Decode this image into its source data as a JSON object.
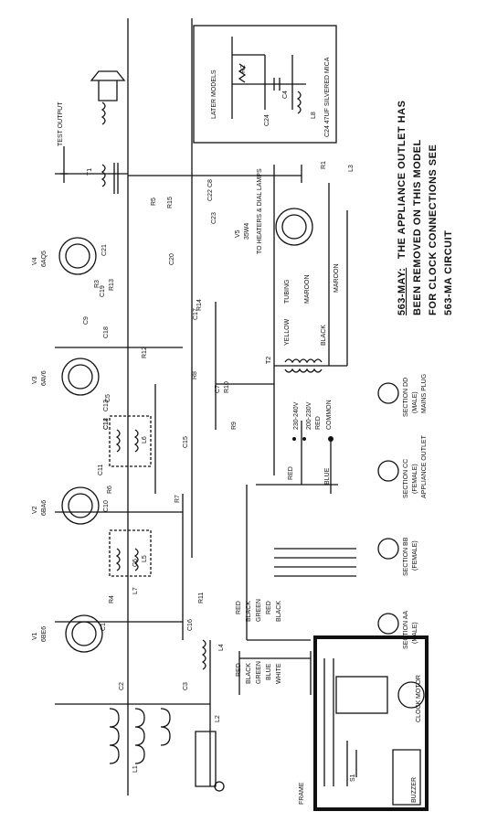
{
  "note": {
    "line1_prefix": "563-MAY:",
    "line1_rest": "THE APPLIANCE OUTLET HAS",
    "line2": "BEEN REMOVED ON THIS MODEL",
    "line3": "FOR CLOCK CONNECTIONS SEE",
    "line4": "563-MA CIRCUIT"
  },
  "later_models": {
    "title": "LATER MODELS",
    "parts": [
      "R2",
      "C4",
      "C24",
      "L8",
      "C24 47UF SILVERED MICA"
    ]
  },
  "tubes": [
    {
      "id": "V1",
      "type": "6BE6"
    },
    {
      "id": "V2",
      "type": "6BA6"
    },
    {
      "id": "V3",
      "type": "6AV6"
    },
    {
      "id": "V4",
      "type": "6AQ5"
    },
    {
      "id": "V5",
      "type": "35W4"
    }
  ],
  "labels": {
    "test_output": "TEST OUTPUT",
    "to_heaters": "TO HEATERS & DIAL LAMPS",
    "tubing": "TUBING",
    "maroon": "MAROON",
    "maroon2": "MAROON",
    "black": "BLACK",
    "yellow": "YELLOW",
    "volt_230_240": "230-240V",
    "volt_200_230": "200-230V",
    "volt_red": "RED",
    "volt_common": "COMMON",
    "red_side": "RED",
    "blue_side": "BLUE",
    "green": "GREEN",
    "black_small": "BLACK",
    "frame": "FRAME",
    "clock_motor": "CLOCK MOTOR",
    "buzzer": "BUZZER",
    "t1": "T1",
    "t2": "T2",
    "l1": "L1",
    "l2": "L2",
    "s1": "S1"
  },
  "wire_colors_upper": [
    "RED",
    "BLACK",
    "GREEN",
    "RED",
    "BLACK"
  ],
  "wire_colors_lower": [
    "RED",
    "BLACK",
    "GREEN",
    "BLUE",
    "WHITE"
  ],
  "sections": [
    {
      "name": "SECTION DD",
      "sub": "(MALE)",
      "extra": "MAINS PLUG"
    },
    {
      "name": "SECTION CC",
      "sub": "(FEMALE)",
      "extra": "APPLIANCE OUTLET"
    },
    {
      "name": "SECTION BB",
      "sub": "(FEMALE)",
      "extra": ""
    },
    {
      "name": "SECTION AA",
      "sub": "(MALE)",
      "extra": ""
    }
  ],
  "components": [
    "C1",
    "C2",
    "C3",
    "C5",
    "C6",
    "C7",
    "C8",
    "C9",
    "C10",
    "C11",
    "C12",
    "C13",
    "C14",
    "C15",
    "C16",
    "C17",
    "C18",
    "C19",
    "C20",
    "C21",
    "C22",
    "C23",
    "R1",
    "R3",
    "R4",
    "R5",
    "R6",
    "R7",
    "R8",
    "R9",
    "R10",
    "R11",
    "R12",
    "R13",
    "R14",
    "R15",
    "L3",
    "L4",
    "L5",
    "L6",
    "L7"
  ]
}
